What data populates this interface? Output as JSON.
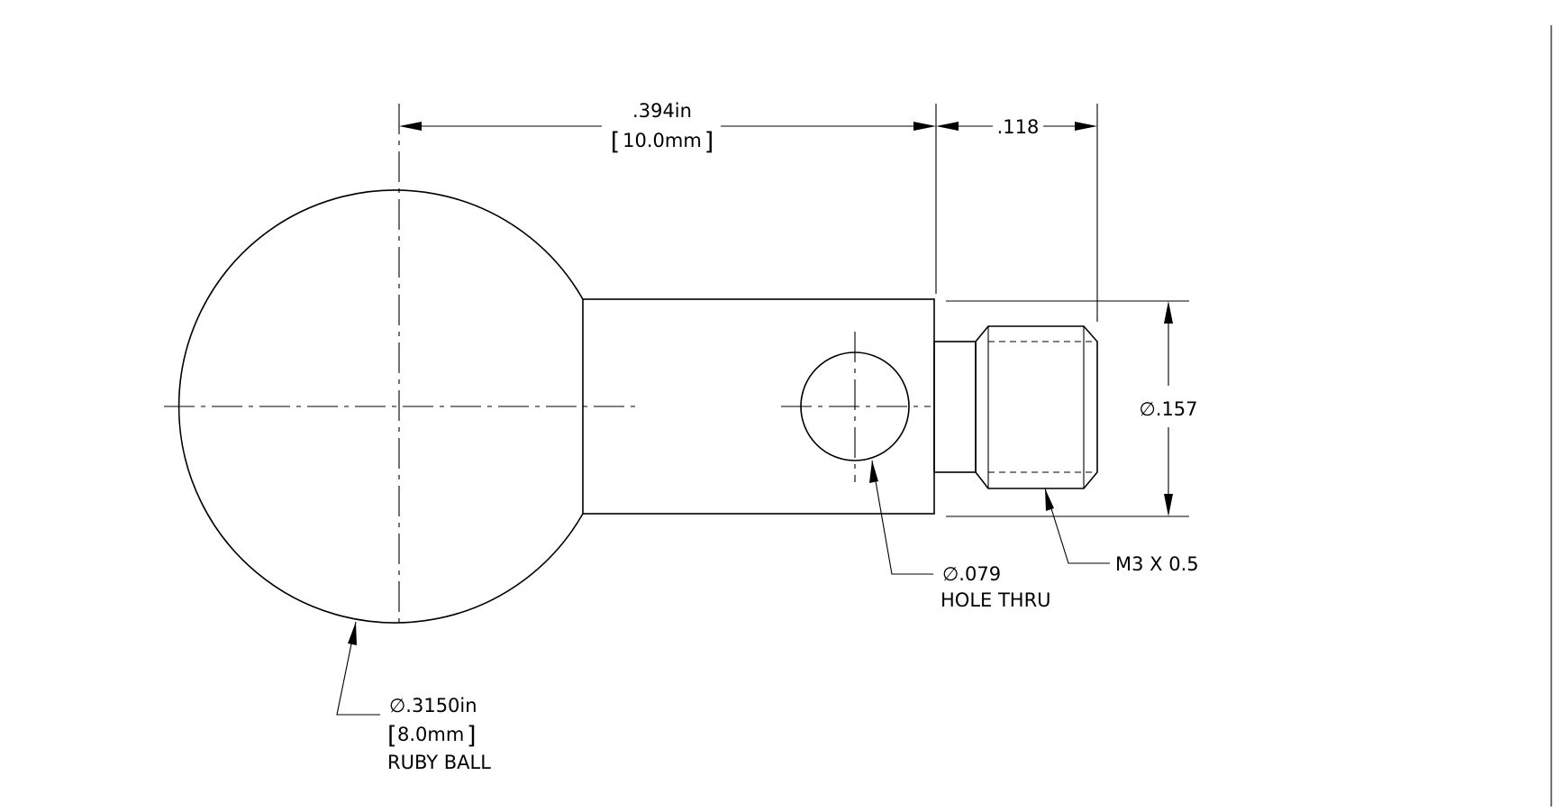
{
  "dimensions": {
    "ball_to_end": {
      "inch": ".394in",
      "mm": "10.0mm"
    },
    "thread_length": {
      "inch": ".118"
    },
    "thread_diameter": {
      "symbol": "∅",
      "inch": ".157"
    }
  },
  "callouts": {
    "hole": {
      "symbol": "∅",
      "size": ".079",
      "note": "HOLE THRU"
    },
    "thread": {
      "spec": "M3 X 0.5"
    },
    "ball": {
      "symbol": "∅",
      "inch": ".3150in",
      "mm": "8.0mm",
      "note": "RUBY BALL"
    }
  }
}
